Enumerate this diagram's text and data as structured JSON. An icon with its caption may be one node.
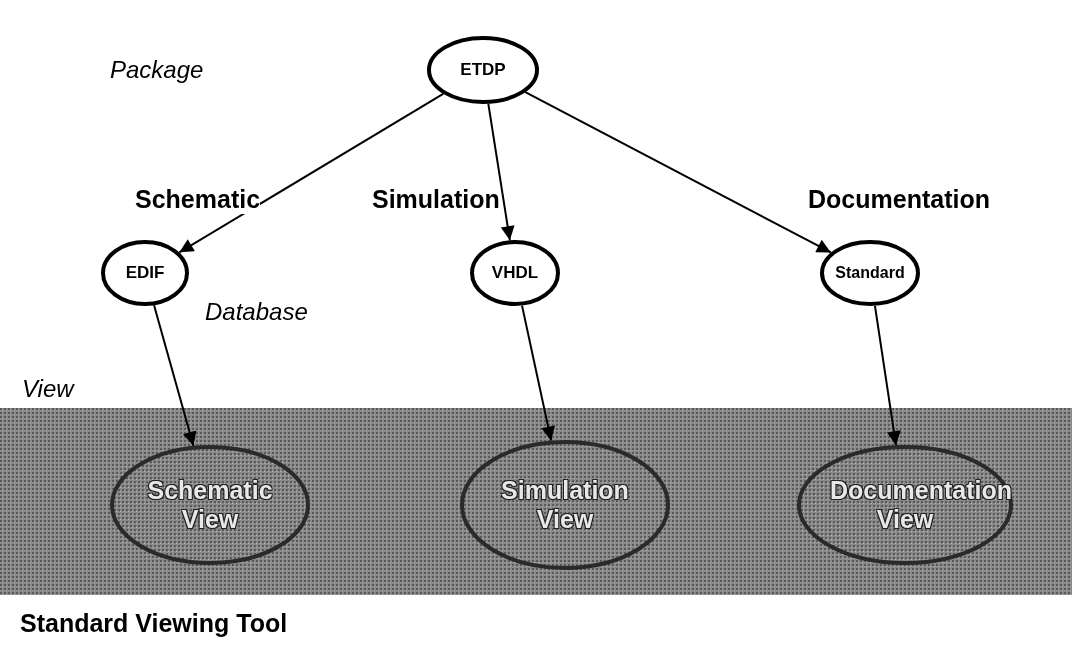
{
  "diagram": {
    "nodes": [
      {
        "text": [
          "ETDP"
        ]
      },
      {
        "text": [
          "EDIF"
        ]
      },
      {
        "text": [
          "VHDL"
        ]
      },
      {
        "text": [
          "Standard"
        ]
      },
      {
        "text": [
          "Standard Viewing Tool"
        ]
      },
      {
        "text": [
          "Schematic View"
        ],
        "in": 4
      },
      {
        "text": [
          "Simulation View"
        ],
        "in": 4
      },
      {
        "text": [
          "Documentation View"
        ],
        "in": 4
      }
    ],
    "edges": [
      {
        "from": 0,
        "to": 1,
        "arrow": "to"
      },
      {
        "from": 0,
        "to": 2,
        "arrow": "to"
      },
      {
        "from": 0,
        "to": 3,
        "arrow": "to"
      },
      {
        "from": 1,
        "to": 5,
        "arrow": "to"
      },
      {
        "from": 2,
        "to": 6,
        "arrow": "to"
      },
      {
        "from": 3,
        "to": 7,
        "arrow": "to"
      }
    ],
    "labels": [
      "Package",
      "Schematic",
      "Simulation",
      "Documentation",
      "Database",
      "View"
    ]
  }
}
